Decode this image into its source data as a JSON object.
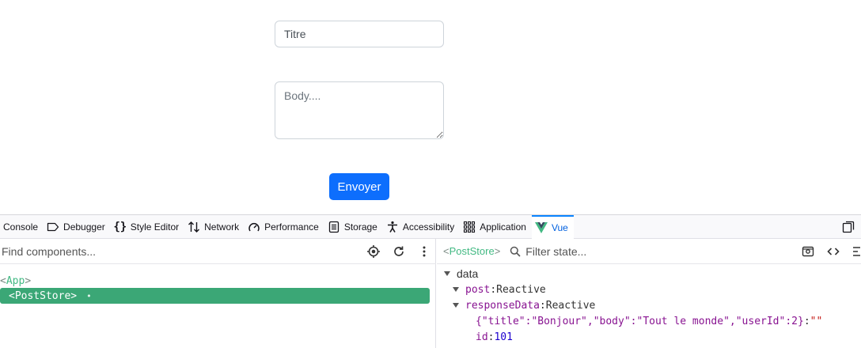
{
  "form": {
    "title_placeholder": "Titre",
    "body_placeholder": "Body....",
    "submit_label": "Envoyer",
    "submit_color": "#0d6efd"
  },
  "devtools": {
    "tabs": [
      {
        "label": "Console",
        "icon": "console-icon"
      },
      {
        "label": "Debugger",
        "icon": "debugger-icon"
      },
      {
        "label": "Style Editor",
        "icon": "braces-icon"
      },
      {
        "label": "Network",
        "icon": "network-arrows-icon"
      },
      {
        "label": "Performance",
        "icon": "gauge-icon"
      },
      {
        "label": "Storage",
        "icon": "storage-icon"
      },
      {
        "label": "Accessibility",
        "icon": "accessibility-icon"
      },
      {
        "label": "Application",
        "icon": "grid-icon"
      },
      {
        "label": "Vue",
        "icon": "vue-logo-icon",
        "active": true
      }
    ],
    "components": {
      "find_placeholder": "Find components...",
      "tree": [
        {
          "name": "App"
        },
        {
          "name": "PostStore",
          "selected": true
        }
      ]
    },
    "inspector": {
      "selected_component": "PostStore",
      "filter_placeholder": "Filter state...",
      "section": "data",
      "rows": {
        "post_key": "post",
        "post_type": "Reactive",
        "response_key": "responseData",
        "response_type": "Reactive",
        "json_key": "{\"title\":\"Bonjour\",\"body\":\"Tout le monde\",\"userId\":2}",
        "json_value": "\"\"",
        "id_key": "id",
        "id_value": "101"
      }
    },
    "accent_color": "#0a84ff",
    "vue_green": "#42b983",
    "selected_bg": "#3ba776"
  }
}
